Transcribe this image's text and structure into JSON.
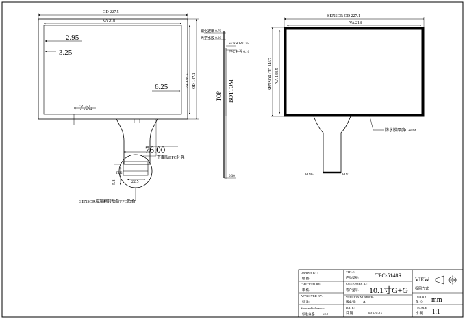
{
  "front_view": {
    "od_width": "OD 227.5",
    "va_width": "VA 218",
    "dim_2_95": "2.95",
    "dim_3_25": "3.25",
    "dim_6_25": "6.25",
    "dim_7_65": "7.65",
    "va_height": "VA 138.5",
    "od_height": "OD 147.1",
    "fpc_width": "76.00",
    "fpc_note": "下面贴FPC补强",
    "detail_pin_label": "PIN1",
    "detail_dim_5_8": "5.8",
    "detail_dim_22_5": "22.5",
    "sensor_note": "SENSOR玻璃翻转后折FPC贴合"
  },
  "side_view": {
    "note_1": "钢化玻璃 0.70",
    "note_2": "光学水胶 0.20",
    "note_3": "SENSOR 0.35",
    "note_4": "FPC 补强 0.10",
    "label_top": "TOP",
    "label_bottom": "BOTTOM",
    "thickness": "0.30"
  },
  "back_view": {
    "sensor_od_width": "SENSOR OD 227.1",
    "va_width": "VA 218",
    "sensor_od_height": "SENSOR OD 146.7",
    "va_height": "VA 138.5",
    "ink_note": "防水胶厚度0.40M",
    "pin_left": "PIN62",
    "pin_right": "PIN1"
  },
  "title_block": {
    "drawn_by_en": "DRAWN BY:",
    "drawn_by_cn": "绘 图:",
    "checked_by_en": "CHECKED BY:",
    "checked_by_cn": "审 核:",
    "approved_by_en": "APPROVED BY:",
    "approved_by_cn": "批 准:",
    "tolerance_en": "Standard tolerance:",
    "tolerance_cn": "标准公差:",
    "tolerance_value": "±0.2",
    "title_en": "TITLE:",
    "title_cn": "产品型号:",
    "title_value": "TPC-5148S",
    "customer_en": "CUSTOMER ID:",
    "customer_cn": "客户型号:",
    "customer_value": "10.1寸G+G",
    "version_en": "VERSION NUMBER:",
    "version_cn": "版本号:",
    "version_value": "A",
    "date_en": "DATE:",
    "date_cn": "日 期:",
    "date_value": "2019-01-16",
    "view_en": "VIEW:",
    "view_cn": "视图方式:",
    "units_en": "UNITS",
    "units_cn": "单 位:",
    "units_value": "mm",
    "scale_en": "SCALE",
    "scale_cn": "比 例:",
    "scale_value": "1:1"
  }
}
